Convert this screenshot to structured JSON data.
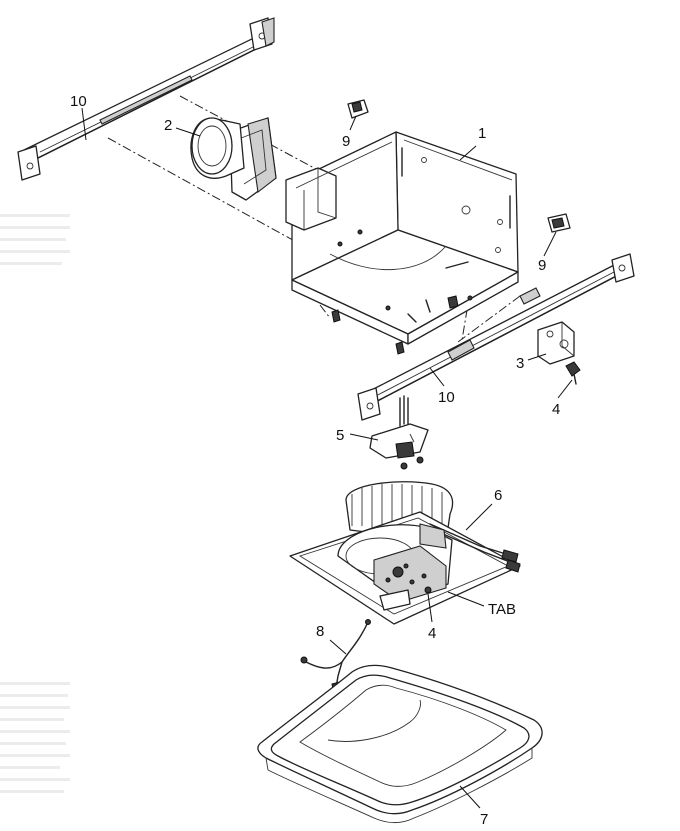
{
  "labels": {
    "l1": "1",
    "l2": "2",
    "l3": "3",
    "l4a": "4",
    "l4b": "4",
    "l5": "5",
    "l6": "6",
    "l7": "7",
    "l8": "8",
    "l9a": "9",
    "l9b": "9",
    "l10a": "10",
    "l10b": "10",
    "tab": "TAB"
  }
}
